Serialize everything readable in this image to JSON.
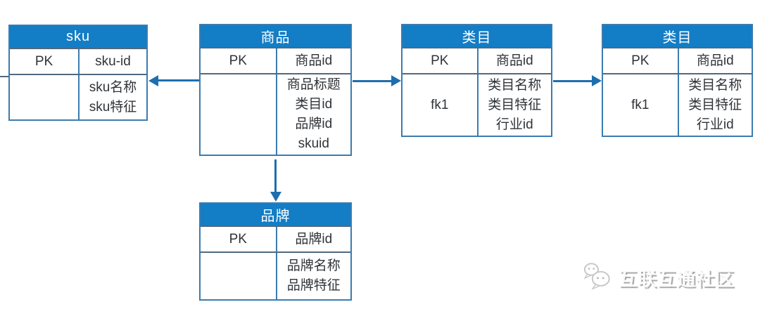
{
  "diagram": {
    "type": "er-diagram",
    "tables": {
      "sku": {
        "title": "sku",
        "key_label": "PK",
        "key_field": "sku-id",
        "row2_label": "",
        "row2_fields": "sku名称\nsku特征"
      },
      "product": {
        "title": "商品",
        "key_label": "PK",
        "key_field": "商品id",
        "row2_label": "",
        "row2_fields": "商品标题\n类目id\n品牌id\nskuid"
      },
      "category_left": {
        "title": "类目",
        "key_label": "PK",
        "key_field": "商品id",
        "row2_label": "fk1",
        "row2_fields": "类目名称\n类目特征\n行业id"
      },
      "category_right": {
        "title": "类目",
        "key_label": "PK",
        "key_field": "商品id",
        "row2_label": "fk1",
        "row2_fields": "类目名称\n类目特征\n行业id"
      },
      "brand": {
        "title": "品牌",
        "key_label": "PK",
        "key_field": "品牌id",
        "row2_label": "",
        "row2_fields": "品牌名称\n品牌特征"
      }
    },
    "relationships": [
      {
        "from": "product",
        "to": "sku",
        "direction": "left"
      },
      {
        "from": "product",
        "to": "category_left",
        "direction": "right"
      },
      {
        "from": "category_left",
        "to": "category_right",
        "direction": "right"
      },
      {
        "from": "product",
        "to": "brand",
        "direction": "down"
      }
    ]
  },
  "watermark": {
    "text": "互联互通社区",
    "icon": "wechat-icon"
  },
  "colors": {
    "header_blue": "#137dc5",
    "table_border": "#3b7cb0",
    "row_divider": "#51697e",
    "arrow": "#1d6fae",
    "header_text": "#ffffff",
    "cell_text": "#303438",
    "watermark_gray": "#a0a0a0"
  }
}
